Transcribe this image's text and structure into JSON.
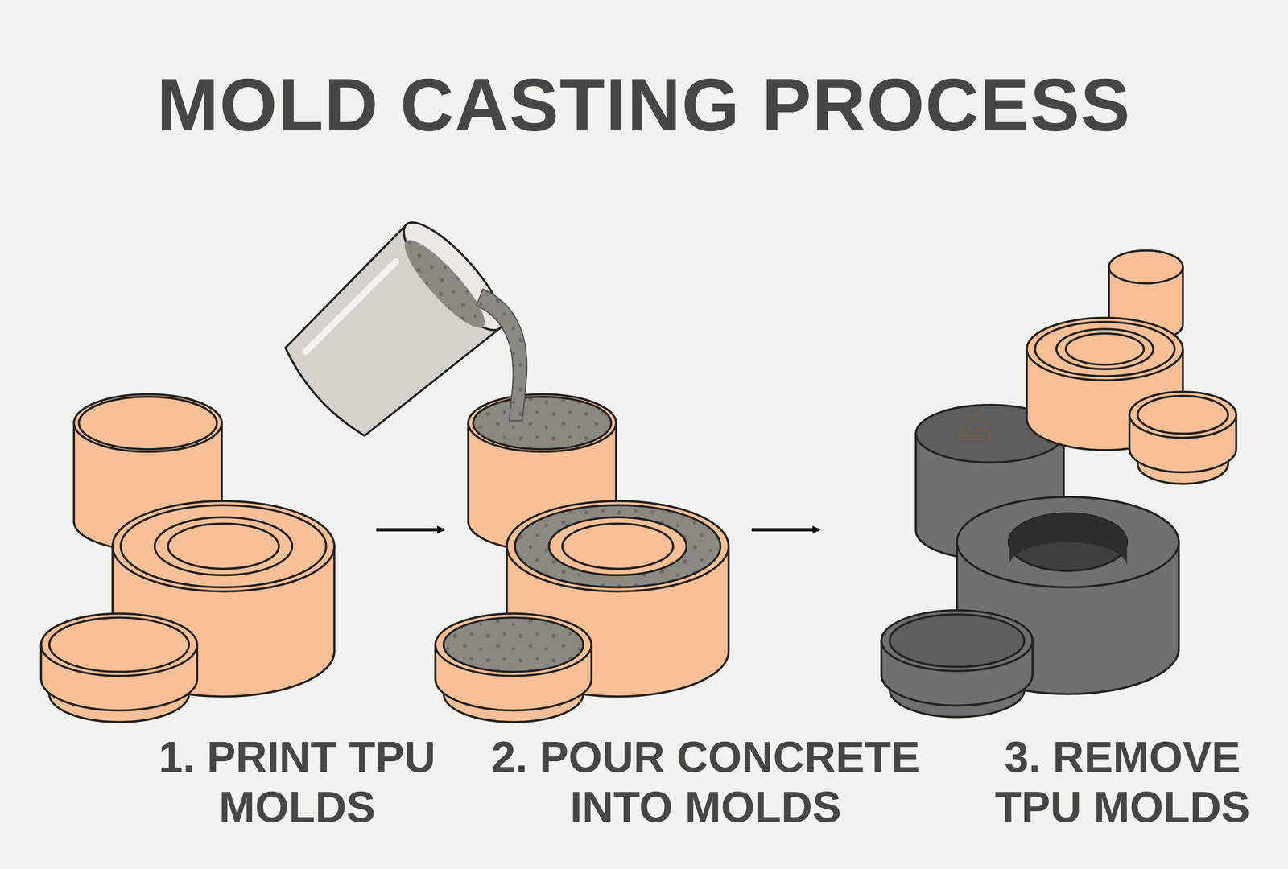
{
  "diagram": {
    "title": "MOLD CASTING PROCESS",
    "labels": [
      "1. PRINT TPU MOLDS",
      "2. POUR CONCRETE INTO MOLDS",
      "3. REMOVE TPU MOLDS"
    ]
  }
}
